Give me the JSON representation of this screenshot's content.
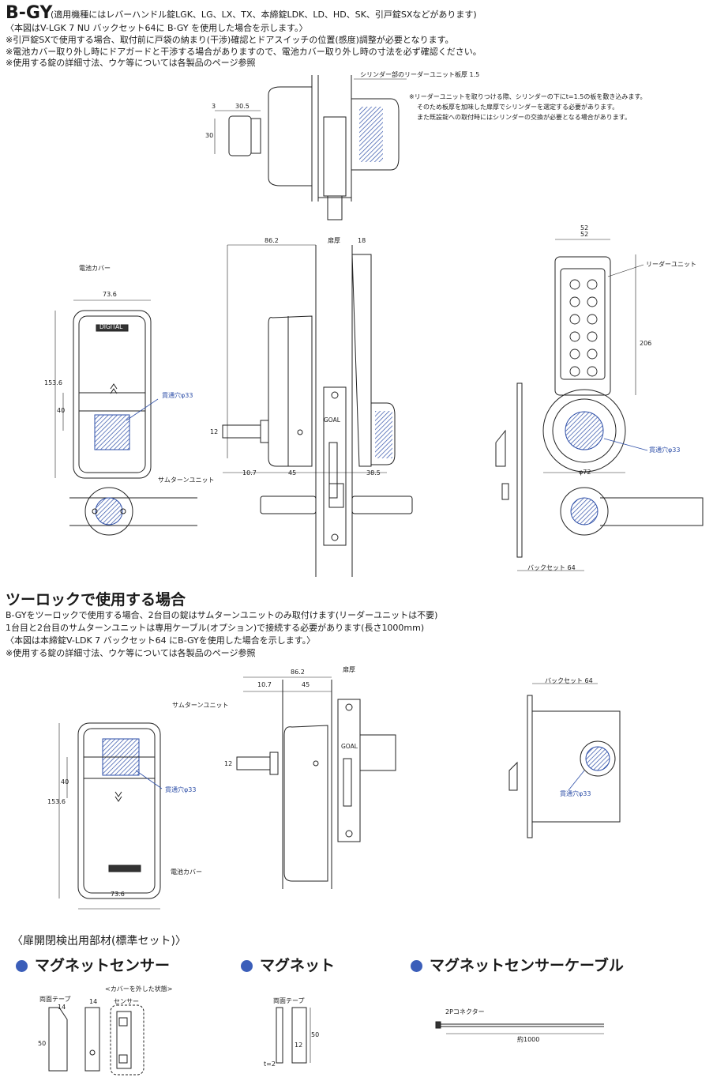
{
  "header": {
    "model": "B-GY",
    "model_note": "(適用機種にはレバーハンドル錠LGK、LG、LX、TX、本締錠LDK、LD、HD、SK、引戸錠SXなどがあります)",
    "line1": "〈本図はV-LGK 7 NU バックセット64に B-GY を使用した場合を示します。〉",
    "line2": "※引戸錠SXで使用する場合、取付前に戸袋の納まり(干渉)確認とドアスイッチの位置(感度)調整が必要となります。",
    "line3": "※電池カバー取り外し時にドアガードと干渉する場合がありますので、電池カバー取り外し時の寸法を必ず確認ください。",
    "line4": "※使用する錠の詳細寸法、ウケ等については各製品のページ参照"
  },
  "top_view": {
    "dim_3": "3",
    "dim_30_5": "30.5",
    "dim_30": "30",
    "reader_plate": "シリンダー部のリーダーユニット板厚 1.5",
    "note1": "※リーダーユニットを取りつける際、シリンダーの下にt=1.5の板を敷き込みます。",
    "note2": "そのため板厚を加味した扉厚でシリンダーを選定する必要があります。",
    "note3": "また既設錠への取付時にはシリンダーの交換が必要となる場合があります。"
  },
  "front_view": {
    "battery_cover": "電池カバー",
    "width": "73.6",
    "height": "153.6",
    "dim_40": "40",
    "hole": "貫通穴φ33",
    "thumbturn": "サムターンユニット",
    "logo": "DIGITAL"
  },
  "side_view": {
    "dim_86_2": "86.2",
    "door_thickness": "扉厚",
    "dim_18": "18",
    "dim_12": "12",
    "dim_10_7": "10.7",
    "dim_45": "45",
    "dim_38_5": "38.5",
    "lock_label": "GOAL"
  },
  "reader_view": {
    "dim_52a": "52",
    "dim_52b": "52",
    "reader_unit": "リーダーユニット",
    "dim_206": "206",
    "hole": "貫通穴φ33",
    "dim_72": "φ72",
    "backset": "バックセット 64"
  },
  "section2": {
    "title": "ツーロックで使用する場合",
    "line1": "B-GYをツーロックで使用する場合、2台目の錠はサムターンユニットのみ取付けます(リーダーユニットは不要)",
    "line2": "1台目と2台目のサムターンユニットは専用ケーブル(オプション)で接続する必要があります(長さ1000mm)",
    "line3": "〈本図は本締錠V-LDK 7 バックセット64 にB-GYを使用した場合を示します。〉",
    "line4": "※使用する錠の詳細寸法、ウケ等については各製品のページ参照",
    "thumbturn": "サムターンユニット",
    "dim_40": "40",
    "height": "153.6",
    "hole": "貫通穴φ33",
    "battery_cover": "電池カバー",
    "width": "73.6",
    "dim_86_2": "86.2",
    "door_thickness": "扉厚",
    "dim_10_7": "10.7",
    "dim_45": "45",
    "dim_12": "12",
    "backset": "バックセット 64",
    "hole2": "貫通穴φ33",
    "lock_label": "GOAL"
  },
  "section3": {
    "title": "〈扉開閉検出用部材(標準セット)〉",
    "sensor": "マグネットセンサー",
    "magnet": "マグネット",
    "cable": "マグネットセンサーケーブル",
    "tape": "両面テープ",
    "dim_14a": "14",
    "dim_14b": "14",
    "cover_removed": "<カバーを外した状態>",
    "sensor_label": "センサー",
    "dim_50a": "50",
    "tape2": "両面テープ",
    "dim_50b": "50",
    "dim_12": "12",
    "t2": "t=2",
    "connector": "2Pコネクター",
    "length": "約1000"
  },
  "colors": {
    "accent": "#3b5eb9",
    "hatch": "#2e4fa8",
    "line": "#1a1a1a"
  }
}
